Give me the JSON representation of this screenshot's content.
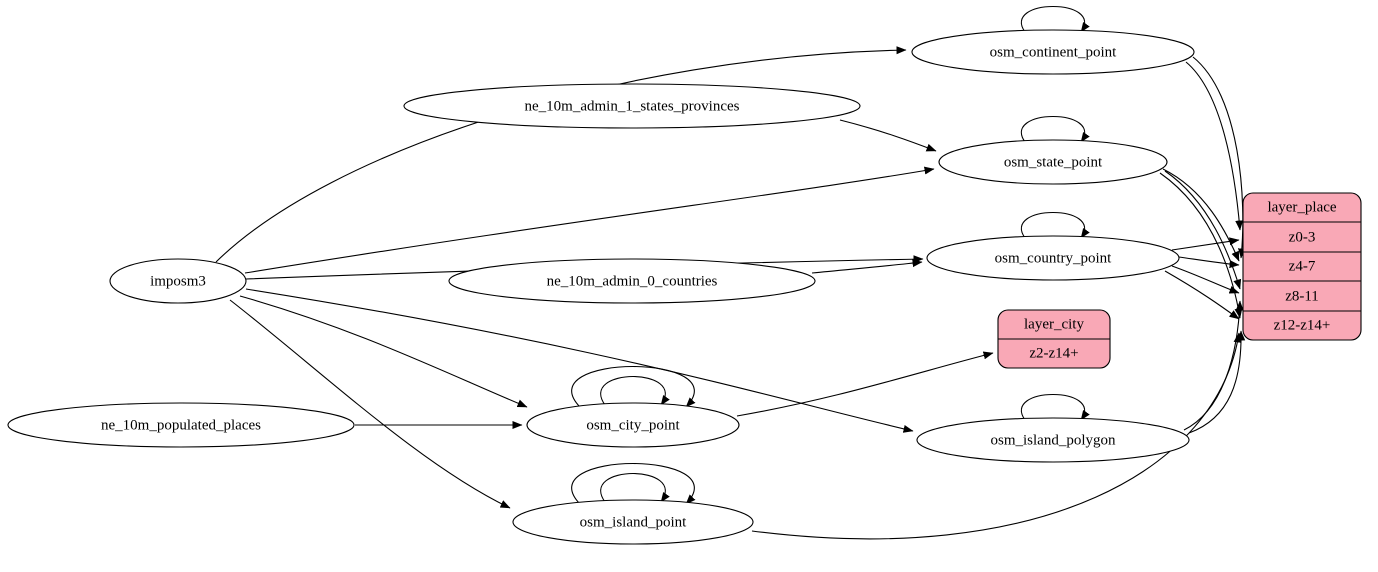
{
  "diagram": {
    "type": "etl-dependency-graph",
    "colors": {
      "record_fill": "#f9a8b6",
      "node_fill": "#ffffff",
      "stroke": "#000000"
    },
    "nodes": {
      "imposm3": "imposm3",
      "ne_10m_admin_1_states_provinces": "ne_10m_admin_1_states_provinces",
      "ne_10m_admin_0_countries": "ne_10m_admin_0_countries",
      "ne_10m_populated_places": "ne_10m_populated_places",
      "osm_continent_point": "osm_continent_point",
      "osm_state_point": "osm_state_point",
      "osm_country_point": "osm_country_point",
      "osm_city_point": "osm_city_point",
      "osm_island_polygon": "osm_island_polygon",
      "osm_island_point": "osm_island_point"
    },
    "records": {
      "layer_place": {
        "title": "layer_place",
        "rows": [
          "z0-3",
          "z4-7",
          "z8-11",
          "z12-z14+"
        ]
      },
      "layer_city": {
        "title": "layer_city",
        "rows": [
          "z2-z14+"
        ]
      }
    },
    "edges": [
      {
        "from": "imposm3",
        "to": "osm_continent_point"
      },
      {
        "from": "imposm3",
        "to": "osm_state_point"
      },
      {
        "from": "imposm3",
        "to": "osm_country_point"
      },
      {
        "from": "imposm3",
        "to": "osm_city_point"
      },
      {
        "from": "imposm3",
        "to": "osm_island_polygon"
      },
      {
        "from": "imposm3",
        "to": "osm_island_point"
      },
      {
        "from": "ne_10m_admin_1_states_provinces",
        "to": "osm_state_point"
      },
      {
        "from": "ne_10m_admin_0_countries",
        "to": "osm_country_point"
      },
      {
        "from": "ne_10m_populated_places",
        "to": "osm_city_point"
      },
      {
        "from": "osm_city_point",
        "to": "layer_city:z2-z14+"
      },
      {
        "from": "osm_continent_point",
        "to": "layer_place:z0-3"
      },
      {
        "from": "osm_continent_point",
        "to": "layer_place:z4-7"
      },
      {
        "from": "osm_state_point",
        "to": "layer_place:z4-7"
      },
      {
        "from": "osm_state_point",
        "to": "layer_place:z8-11"
      },
      {
        "from": "osm_state_point",
        "to": "layer_place:z12-z14+"
      },
      {
        "from": "osm_country_point",
        "to": "layer_place:z0-3"
      },
      {
        "from": "osm_country_point",
        "to": "layer_place:z4-7"
      },
      {
        "from": "osm_country_point",
        "to": "layer_place:z8-11"
      },
      {
        "from": "osm_country_point",
        "to": "layer_place:z12-z14+"
      },
      {
        "from": "osm_island_polygon",
        "to": "layer_place:z8-11"
      },
      {
        "from": "osm_island_polygon",
        "to": "layer_place:z12-z14+"
      },
      {
        "from": "osm_island_point",
        "to": "layer_place:z12-z14+"
      },
      {
        "from": "osm_continent_point",
        "to": "osm_continent_point"
      },
      {
        "from": "osm_state_point",
        "to": "osm_state_point"
      },
      {
        "from": "osm_country_point",
        "to": "osm_country_point"
      },
      {
        "from": "osm_city_point",
        "to": "osm_city_point"
      },
      {
        "from": "osm_island_polygon",
        "to": "osm_island_polygon"
      },
      {
        "from": "osm_island_point",
        "to": "osm_island_point"
      }
    ]
  }
}
